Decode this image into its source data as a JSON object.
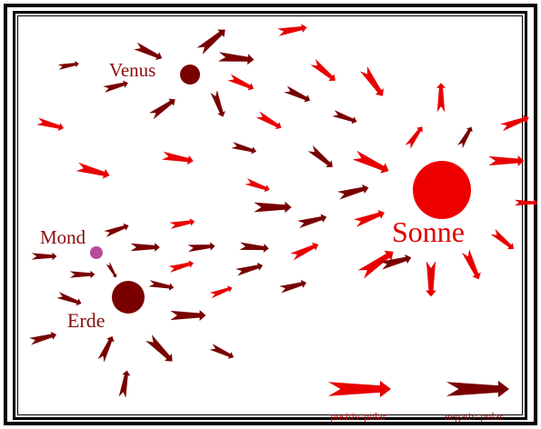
{
  "colors": {
    "positive": "#e80000",
    "negative": "#780000",
    "sun": "#ee0000",
    "planet": "#7a0000",
    "moon": "#b84b9a",
    "label": "#8a0c0c",
    "sun_label": "#e00000",
    "frame": "#000000"
  },
  "bodies": {
    "venus": "Venus",
    "mond": "Mond",
    "erde": "Erde",
    "sonne": "Sonne"
  },
  "legend": {
    "positive_label": "positiv-polar",
    "negative_label": "negativ-polar"
  }
}
